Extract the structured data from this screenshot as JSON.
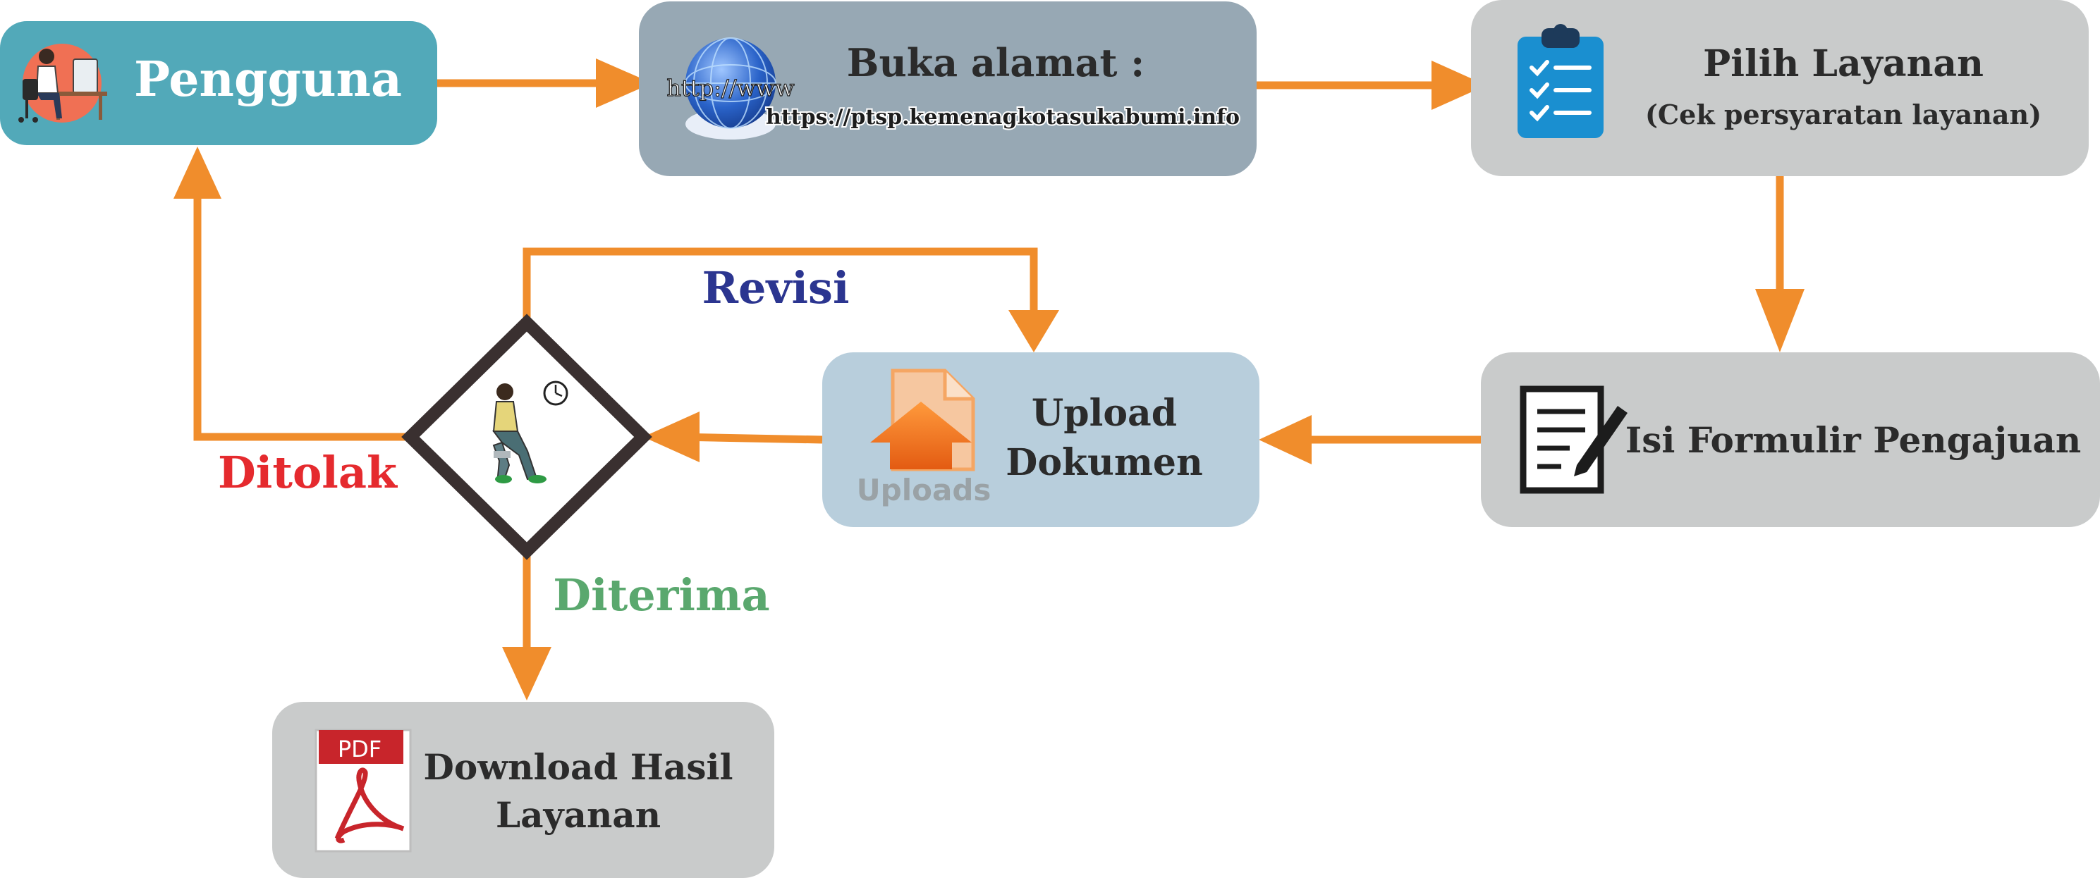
{
  "nodes": {
    "pengguna": {
      "label": "Pengguna",
      "fill": "#52a9b9"
    },
    "buka_alamat": {
      "title": "Buka alamat :",
      "url": "https://ptsp.kemenagkotasukabumi.info",
      "fill": "#97a8b4",
      "globe_text": "http://www"
    },
    "pilih_layanan": {
      "title": "Pilih Layanan",
      "subtitle": "(Cek persyaratan layanan)",
      "fill": "#c9cbcb"
    },
    "isi_formulir": {
      "label": "Isi Formulir Pengajuan",
      "fill": "#c9cbcb"
    },
    "upload_dokumen": {
      "line1": "Upload",
      "line2": "Dokumen",
      "icon_caption": "Uploads",
      "fill": "#b8cedc"
    },
    "download": {
      "line1": "Download Hasil",
      "line2": "Layanan",
      "icon_badge": "PDF",
      "fill": "#c9cbcb"
    }
  },
  "decision": {
    "revisi": {
      "label": "Revisi",
      "color": "#2b3590"
    },
    "ditolak": {
      "label": "Ditolak",
      "color": "#e52a2e"
    },
    "diterima": {
      "label": "Diterima",
      "color": "#5aa86e"
    }
  },
  "colors": {
    "arrow": "#f08d2c",
    "diamond_border": "#3a3030",
    "text_dark": "#2b2b2b",
    "clipboard": "#1a8fd0",
    "upload_icon": "#f07020"
  },
  "icons": [
    "person-at-computer-icon",
    "globe-www-icon",
    "clipboard-checklist-icon",
    "form-edit-icon",
    "upload-file-icon",
    "pdf-document-icon",
    "waiting-person-icon",
    "clock-icon"
  ]
}
